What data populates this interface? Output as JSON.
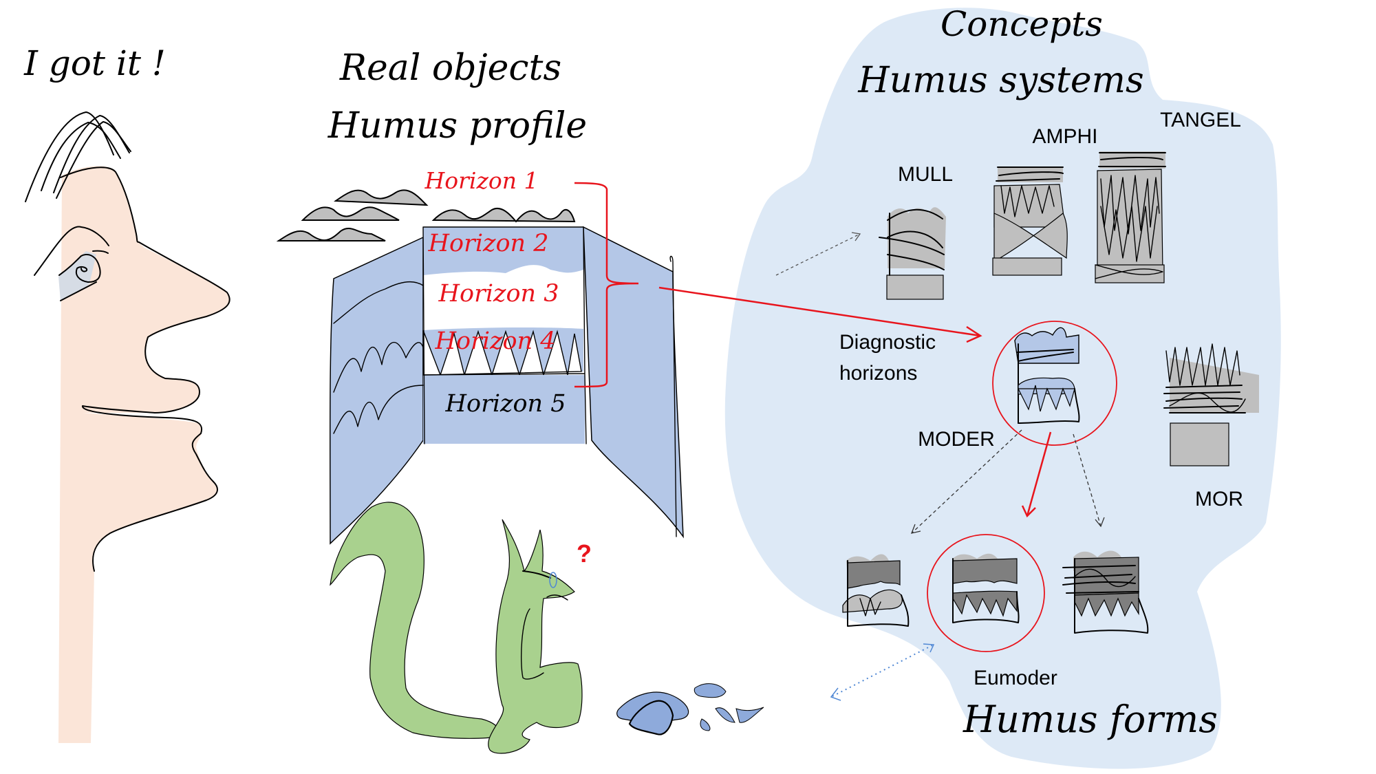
{
  "colors": {
    "concept_area": "#dde9f6",
    "profile_blue": "#b4c7e7",
    "skin": "#fbe5d8",
    "creature_green": "#a9d18e",
    "litter_grey": "#bfbfbf",
    "dark_grey": "#7f7f7f",
    "highlight_red": "#e8141c",
    "link_blue": "#4f87d4",
    "mushroom_blue": "#8eaadb"
  },
  "person": {
    "exclamation": "I got it !"
  },
  "real_objects": {
    "title_line1": "Real objects",
    "title_line2": "Humus profile",
    "horizons": [
      {
        "label": "Horizon 1",
        "diagnostic": true
      },
      {
        "label": "Horizon 2",
        "diagnostic": true
      },
      {
        "label": "Horizon 3",
        "diagnostic": true
      },
      {
        "label": "Horizon 4",
        "diagnostic": true
      },
      {
        "label": "Horizon 5",
        "diagnostic": false
      }
    ],
    "creature_question": "?"
  },
  "concepts": {
    "title_line1": "Concepts",
    "title_line2": "Humus systems",
    "systems": [
      {
        "label": "MULL",
        "highlighted": false
      },
      {
        "label": "AMPHI",
        "highlighted": false
      },
      {
        "label": "TANGEL",
        "highlighted": false
      },
      {
        "label": "MODER",
        "highlighted": true
      },
      {
        "label": "MOR",
        "highlighted": false
      }
    ],
    "diagnostic_label_line1": "Diagnostic",
    "diagnostic_label_line2": "horizons",
    "humus_forms_title": "Humus forms",
    "forms": [
      {
        "label": "",
        "highlighted": false
      },
      {
        "label": "Eumoder",
        "highlighted": true
      },
      {
        "label": "",
        "highlighted": false
      }
    ]
  }
}
